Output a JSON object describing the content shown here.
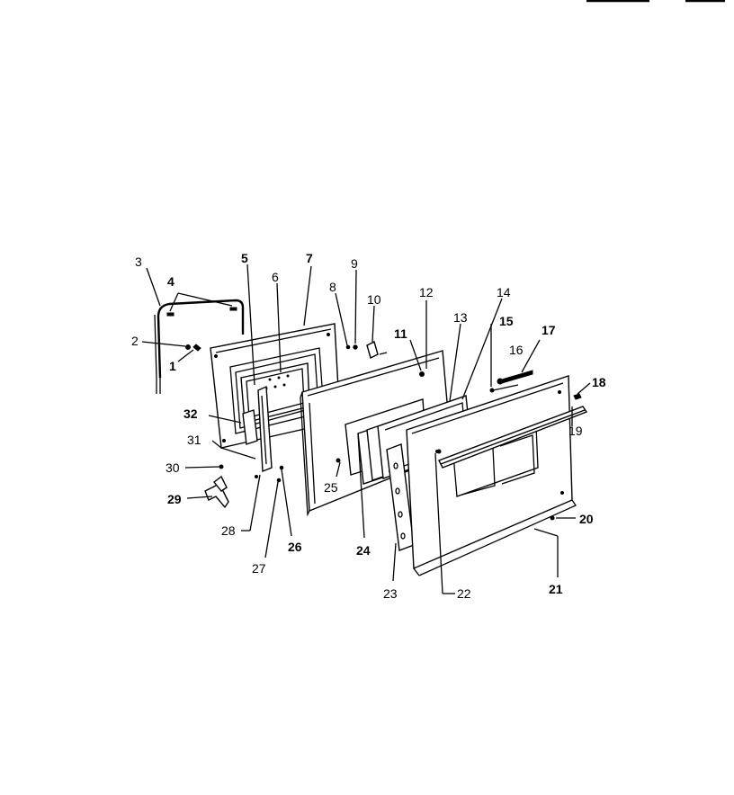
{
  "diagram": {
    "colors": {
      "ink": "#000000",
      "paper": "#ffffff"
    },
    "callouts": [
      {
        "id": "c1",
        "text": "1"
      },
      {
        "id": "c2",
        "text": "2"
      },
      {
        "id": "c3",
        "text": "3"
      },
      {
        "id": "c4",
        "text": "4"
      },
      {
        "id": "c5",
        "text": "5"
      },
      {
        "id": "c6",
        "text": "6"
      },
      {
        "id": "c7",
        "text": "7"
      },
      {
        "id": "c8",
        "text": "8"
      },
      {
        "id": "c9",
        "text": "9"
      },
      {
        "id": "c10",
        "text": "10"
      },
      {
        "id": "c11",
        "text": "11"
      },
      {
        "id": "c12",
        "text": "12"
      },
      {
        "id": "c13",
        "text": "13"
      },
      {
        "id": "c14",
        "text": "14"
      },
      {
        "id": "c15",
        "text": "15"
      },
      {
        "id": "c16",
        "text": "16"
      },
      {
        "id": "c17",
        "text": "17"
      },
      {
        "id": "c18",
        "text": "18"
      },
      {
        "id": "c19",
        "text": "19"
      },
      {
        "id": "c20",
        "text": "20"
      },
      {
        "id": "c21",
        "text": "21"
      },
      {
        "id": "c22",
        "text": "22"
      },
      {
        "id": "c23",
        "text": "23"
      },
      {
        "id": "c24",
        "text": "24"
      },
      {
        "id": "c25",
        "text": "25"
      },
      {
        "id": "c26",
        "text": "26"
      },
      {
        "id": "c27",
        "text": "27"
      },
      {
        "id": "c28",
        "text": "28"
      },
      {
        "id": "c29",
        "text": "29"
      },
      {
        "id": "c30",
        "text": "30"
      },
      {
        "id": "c31",
        "text": "31"
      },
      {
        "id": "c32",
        "text": "32"
      }
    ]
  }
}
